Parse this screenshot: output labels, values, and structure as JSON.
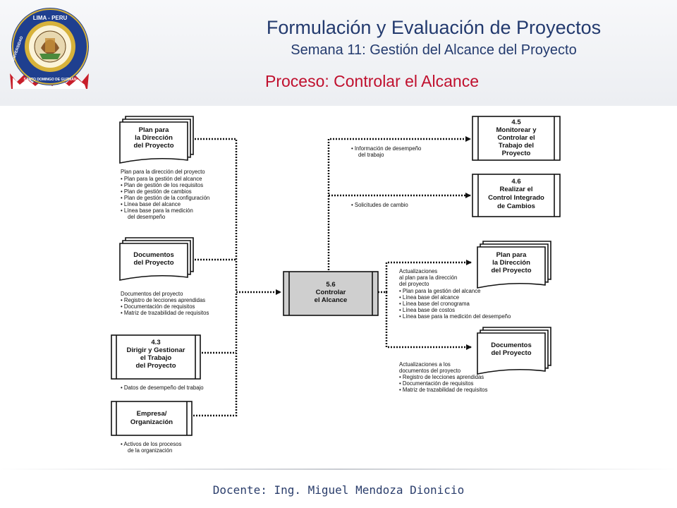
{
  "header": {
    "title": "Formulación y Evaluación de Proyectos",
    "subtitle": "Semana 11: Gestión del Alcance del Proyecto",
    "process_title": "Proceso: Controlar el Alcance"
  },
  "logo": {
    "ring_top": "LIMA - PERU",
    "ring_left": "UNIVERSIDAD",
    "ring_bottom": "SANTO DOMINGO DE GUZMÁN"
  },
  "inputs": [
    {
      "title": "Plan para la Dirección del Proyecto",
      "heading": "Plan para la dirección del proyecto",
      "bullets": [
        "Plan para la gestión del alcance",
        "Plan de gestión de los requisitos",
        "Plan de gestión de cambios",
        "Plan de gestión de la configuración",
        "Línea base del alcance",
        "Línea base para la medición del desempeño"
      ]
    },
    {
      "title": "Documentos del Proyecto",
      "heading": "Documentos del proyecto",
      "bullets": [
        "Registro de lecciones aprendidas",
        "Documentación de requisitos",
        "Matriz de trazabilidad de requisitos"
      ]
    },
    {
      "number": "4.3",
      "title": "Dirigir y Gestionar el Trabajo del Proyecto",
      "bullets": [
        "Datos de desempeño del trabajo"
      ]
    },
    {
      "title": "Empresa/ Organización",
      "bullets": [
        "Activos de los procesos de la organización"
      ]
    }
  ],
  "process": {
    "number": "5.6",
    "title": "Controlar el Alcance"
  },
  "outputs": [
    {
      "number": "4.5",
      "title": "Monitorear y Controlar el Trabajo del Proyecto",
      "bullets": [
        "Información de desempeño del trabajo"
      ]
    },
    {
      "number": "4.6",
      "title": "Realizar el Control Integrado de Cambios",
      "bullets": [
        "Solicitudes de cambio"
      ]
    },
    {
      "title": "Plan para la Dirección del Proyecto",
      "heading": "Actualizaciones al plan para la dirección del proyecto",
      "bullets": [
        "Plan para la gestión del alcance",
        "Línea base del alcance",
        "Línea base del cronograma",
        "Línea base de costos",
        "Línea base para la medición del desempeño"
      ]
    },
    {
      "title": "Documentos del Proyecto",
      "heading": "Actualizaciones a los documentos del proyecto",
      "bullets": [
        "Registro de lecciones aprendidas",
        "Documentación de requisitos",
        "Matriz de trazabilidad de requisitos"
      ]
    }
  ],
  "footer": {
    "text": "Docente: Ing. Miguel Mendoza Dionicio"
  },
  "colors": {
    "title_blue": "#233a6e",
    "process_red": "#c0102e",
    "logo_blue": "#1f3f8f",
    "logo_gold": "#d7b23a"
  }
}
